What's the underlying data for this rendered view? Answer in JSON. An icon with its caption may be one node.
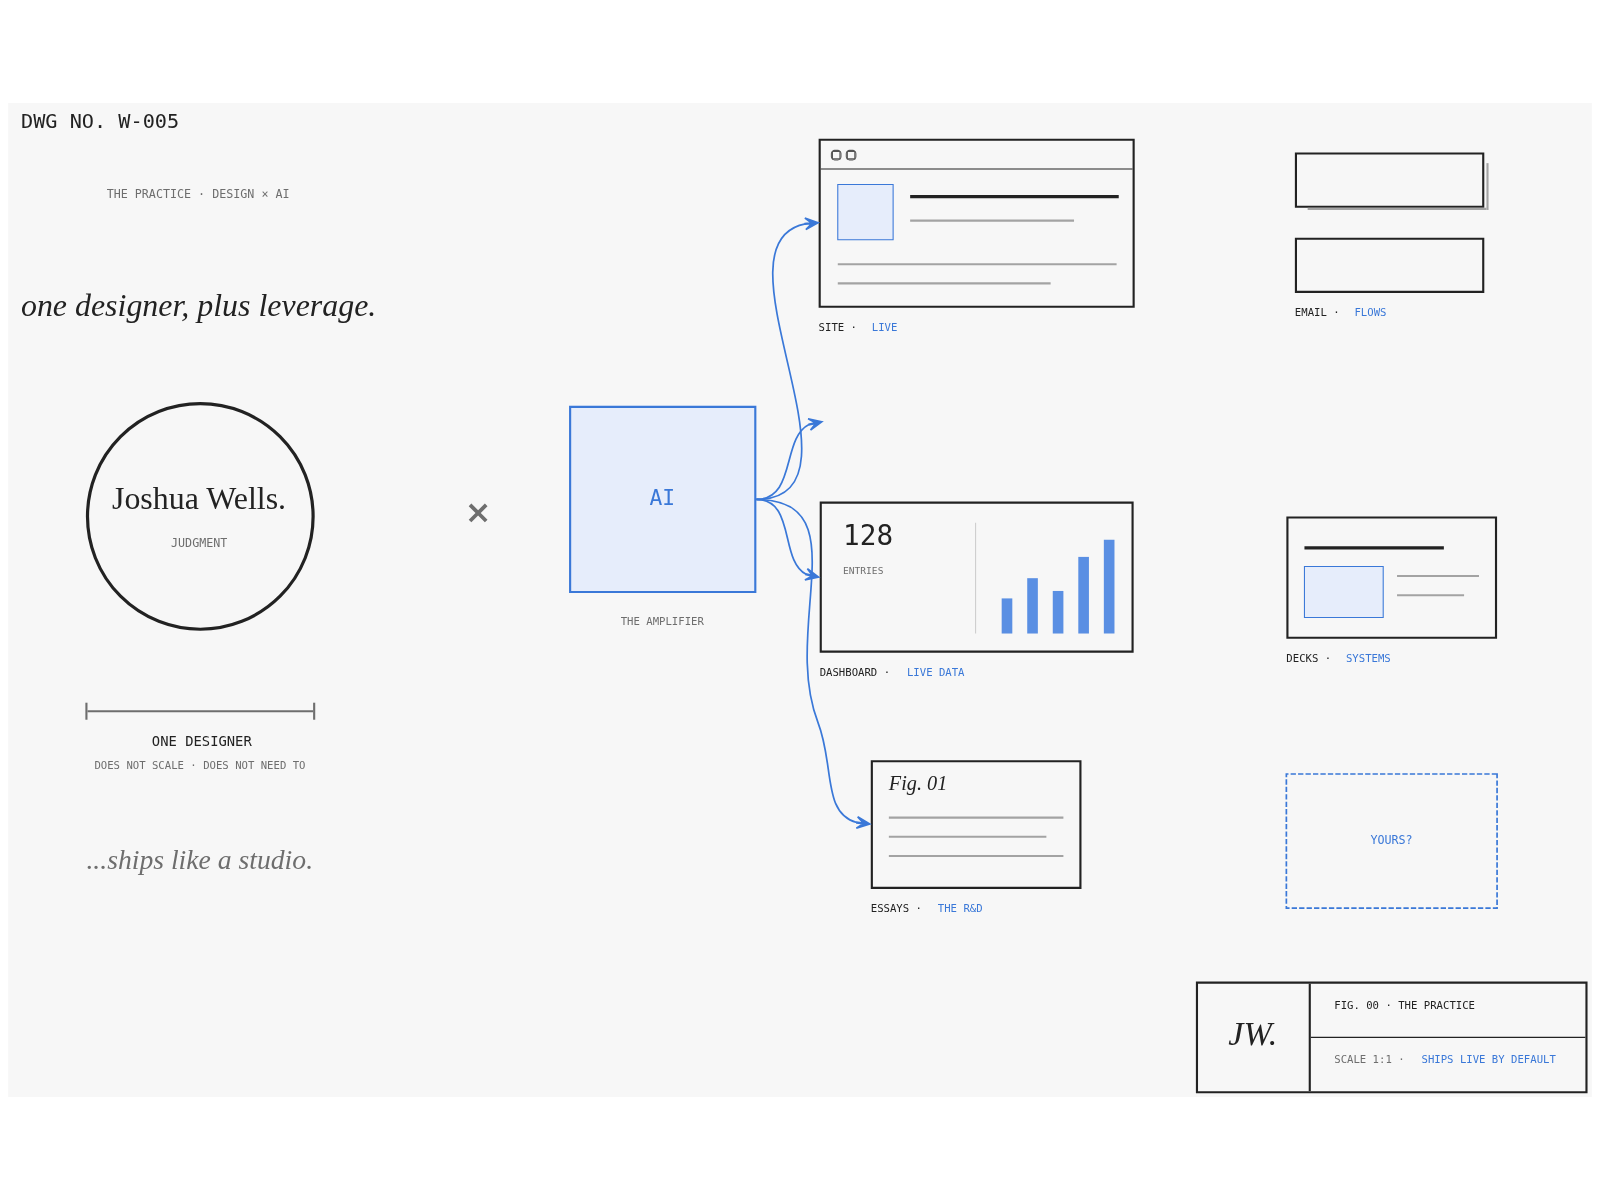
{
  "diagram": {
    "title": "DWG NO. W-005",
    "nodes": [
      {
        "text": [
          "Joshua Wells.",
          "JUDGMENT"
        ],
        "beside": [
          "ONE DESIGNER",
          "DOES NOT SCALE · DOES NOT NEED TO"
        ]
      },
      {
        "text": [
          "AI"
        ],
        "beside": [
          "THE AMPLIFIER"
        ]
      },
      {
        "text": [],
        "shape": "picture",
        "beside": [
          "SITE ·",
          "LIVE"
        ]
      },
      {
        "text": [],
        "shape": "picture",
        "beside": [
          "EMAIL ·",
          "FLOWS"
        ]
      },
      {
        "text": [
          "128",
          "ENTRIES"
        ],
        "beside": [
          "DASHBOARD ·",
          "LIVE DATA"
        ]
      },
      {
        "text": [],
        "shape": "picture",
        "beside": [
          "DECKS ·",
          "SYSTEMS"
        ]
      },
      {
        "text": [
          "Fig. 01"
        ],
        "beside": [
          "ESSAYS ·",
          "THE R&D"
        ]
      },
      {
        "text": [
          "YOURS?"
        ]
      }
    ],
    "edges": [
      {
        "from": 1,
        "to": 2,
        "arrow": "to"
      },
      {
        "from": 1,
        "to": null,
        "arrow": "to"
      },
      {
        "from": 1,
        "to": 4,
        "arrow": "to"
      },
      {
        "from": 1,
        "to": 6,
        "arrow": "to"
      }
    ],
    "labels": [
      "THE PRACTICE · DESIGN × AI",
      "one designer, plus leverage.",
      "×",
      "...ships like a studio.",
      "JW.",
      "FIG. 00 · THE PRACTICE",
      "SCALE 1:1 ·",
      "SHIPS LIVE BY DEFAULT"
    ]
  }
}
